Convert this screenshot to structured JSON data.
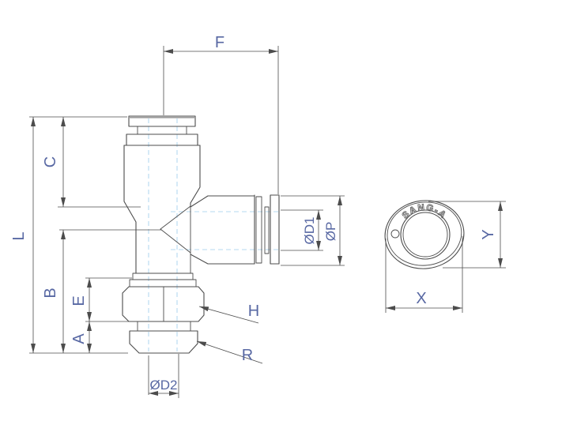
{
  "drawing": {
    "front_view": {
      "dim_f": "F",
      "dim_c": "C",
      "dim_l": "L",
      "dim_b": "B",
      "dim_e": "E",
      "dim_a": "A",
      "label_h": "H",
      "label_r": "R",
      "dim_d1": "ØD1",
      "dim_p": "ØP",
      "dim_d2": "ØD2"
    },
    "end_view": {
      "brand": "SANG-A",
      "dim_x": "X",
      "dim_y": "Y"
    },
    "colors": {
      "outline": "#4c4c4c",
      "dimension_label": "#5868a3",
      "hidden_line": "#b5d8f0",
      "accent_gray": "#9e9e9e",
      "background": "#ffffff",
      "brand_color": "#5f5f5f"
    }
  }
}
